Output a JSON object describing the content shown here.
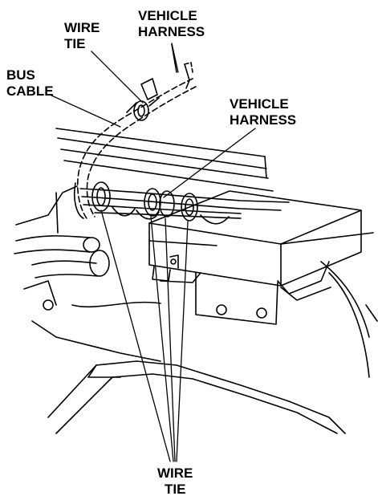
{
  "labels": {
    "vehicle_harness_top": [
      "VEHICLE",
      "HARNESS"
    ],
    "wire_tie_top": [
      "WIRE",
      "TIE"
    ],
    "bus_cable": [
      "BUS",
      "CABLE"
    ],
    "vehicle_harness_right": [
      "VEHICLE",
      "HARNESS"
    ],
    "wire_tie_bottom": [
      "WIRE",
      "TIE"
    ]
  }
}
